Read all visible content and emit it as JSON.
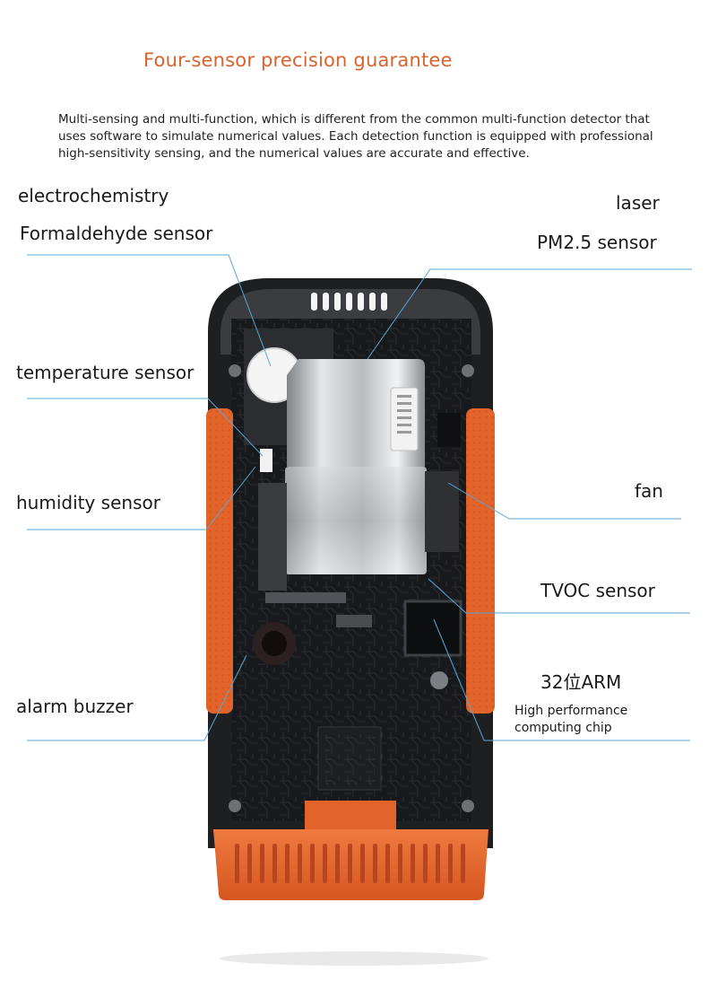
{
  "headline": "Four-sensor precision guarantee",
  "intro": "Multi-sensing and multi-function, which is different from the common multi-function detector that uses software to simulate numerical values. Each detection function is equipped with professional high-sensitivity sensing, and the numerical values are accurate and effective.",
  "labels": {
    "electrochemistry": "electrochemistry",
    "formaldehyde": "Formaldehyde sensor",
    "laser": "laser",
    "pm25": "PM2.5 sensor",
    "temperature": "temperature sensor",
    "humidity": "humidity sensor",
    "fan": "fan",
    "tvoc": "TVOC sensor",
    "arm": "32位ARM",
    "arm_sub_1": "High performance",
    "arm_sub_2": "computing chip",
    "buzzer": "alarm buzzer"
  },
  "colors": {
    "accent": "#d8632c",
    "device_orange": "#e2642a",
    "pcb": "#17191c",
    "leader_line": "#5aa6d6"
  }
}
